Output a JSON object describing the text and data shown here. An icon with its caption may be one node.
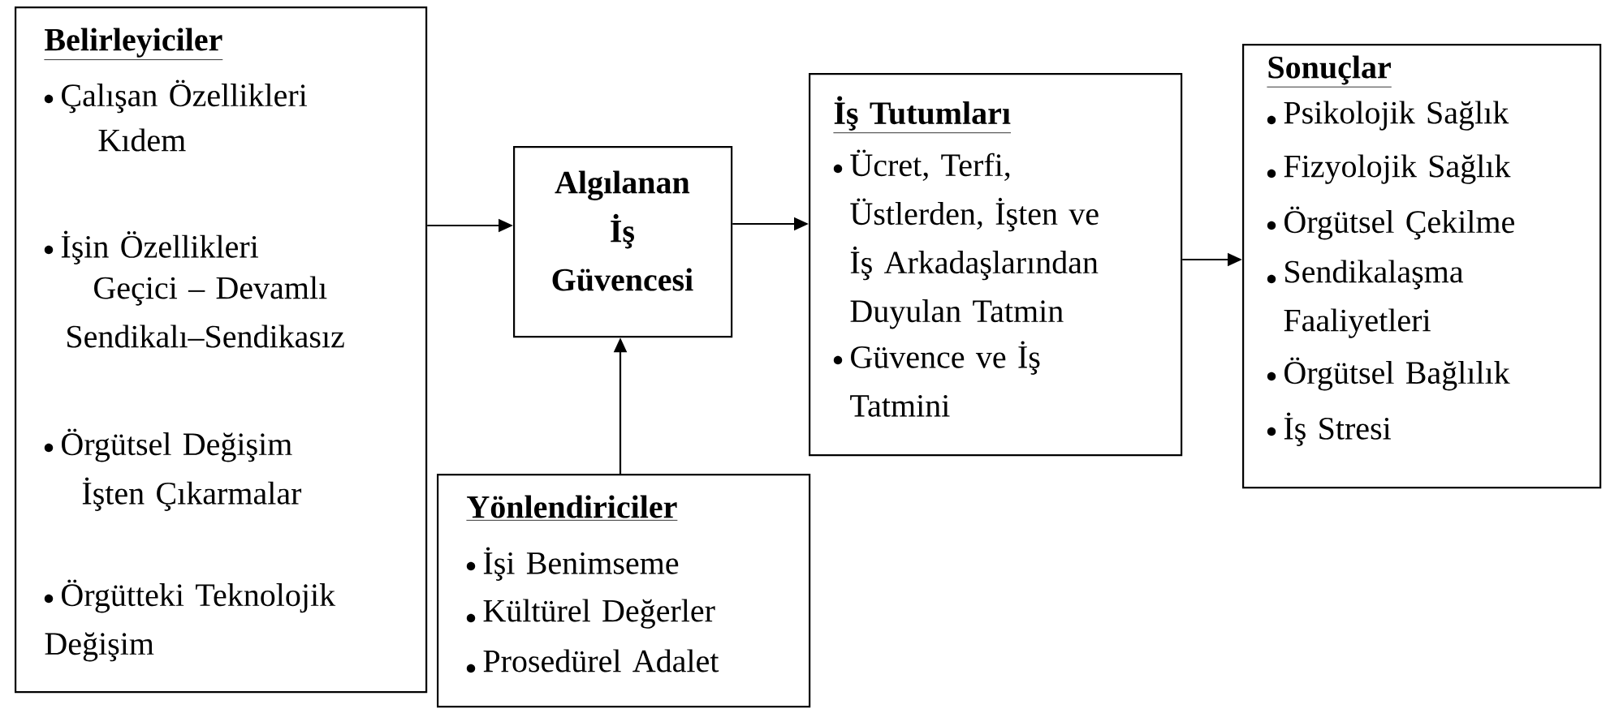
{
  "diagram": {
    "nodes": [
      {
        "text": [
          "Belirleyiciler",
          "Çalışan Özellikleri",
          "Kıdem",
          "İşin Özellikleri",
          "Geçici – Devamlı",
          "Sendikalı–Sendikasız",
          "Örgütsel Değişim",
          "İşten Çıkarmalar",
          "Örgütteki Teknolojik Değişim"
        ]
      },
      {
        "text": [
          "Algılanan İş Güvencesi"
        ]
      },
      {
        "text": [
          "Yönlendiriciler",
          "İşi Benimseme",
          "Kültürel Değerler",
          "Prosedürel Adalet"
        ]
      },
      {
        "text": [
          "İş Tutumları",
          "Ücret, Terfi, Üstlerden, İşten ve İş Arkadaşlarından Duyulan Tatmin",
          "Güvence ve İş Tatmini"
        ]
      },
      {
        "text": [
          "Sonuçlar",
          "Psikolojik Sağlık",
          "Fizyolojik Sağlık",
          "Örgütsel Çekilme",
          "Sendikalaşma Faaliyetleri",
          "Örgütsel Bağlılık",
          "İş Stresi"
        ]
      }
    ],
    "edges": [
      {
        "from": 0,
        "to": 1,
        "arrow": "to"
      },
      {
        "from": 2,
        "to": 1,
        "arrow": "to"
      },
      {
        "from": 1,
        "to": 3,
        "arrow": "to"
      },
      {
        "from": 3,
        "to": 4,
        "arrow": "to"
      }
    ]
  }
}
